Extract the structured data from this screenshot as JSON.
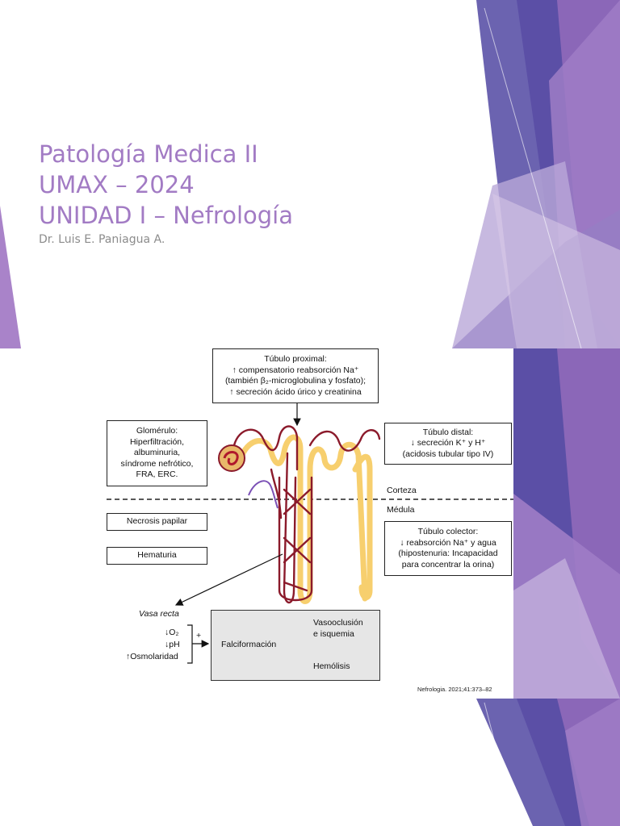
{
  "slide1": {
    "title_lines": [
      "Patología Medica II",
      "UMAX – 2024",
      "UNIDAD I – Nefrología"
    ],
    "subtitle": "Dr. Luis E. Paniagua A."
  },
  "figure": {
    "box_tubulo_proximal": [
      "Túbulo proximal:",
      "↑ compensatorio reabsorción Na⁺",
      "(también β₂-microglobulina y fosfato);",
      "↑ secreción ácido úrico y creatinina"
    ],
    "box_glomerulo": [
      "Glomérulo:",
      "Hiperfiltración,",
      "albuminuria,",
      "síndrome nefrótico,",
      "FRA, ERC."
    ],
    "box_tubulo_distal": [
      "Túbulo distal:",
      "↓ secreción K⁺ y H⁺",
      "(acidosis tubular tipo IV)"
    ],
    "box_necrosis": "Necrosis papilar",
    "box_hematuria": "Hematuria",
    "box_tubulo_colector": [
      "Túbulo colector:",
      "↓ reabsorción Na⁺ y agua",
      "(hipostenuria: Incapacidad",
      "para concentrar la orina)"
    ],
    "corteza": "Corteza",
    "medula": "Médula",
    "vasa_recta": "Vasa recta",
    "factors": [
      "↓O₂",
      "↓pH",
      "↑Osmolaridad"
    ],
    "plus": "+",
    "falciformacion": "Falciformación",
    "vasooclusion": [
      "Vasooclusión",
      "e isquemia"
    ],
    "hemolisis": "Hemólisis",
    "citation": "Nefrologia. 2021;41:373–82"
  },
  "colors": {
    "title": "#a27bc4",
    "subtitle": "#8c8c8c",
    "vessel": "#8b1a2b",
    "tubule": "#f7cf6e",
    "vein": "#7a4fb5",
    "deco_purple": "#6b5fb0",
    "deco_violet": "#9b78c4",
    "deco_lavender": "#c9b6df"
  }
}
